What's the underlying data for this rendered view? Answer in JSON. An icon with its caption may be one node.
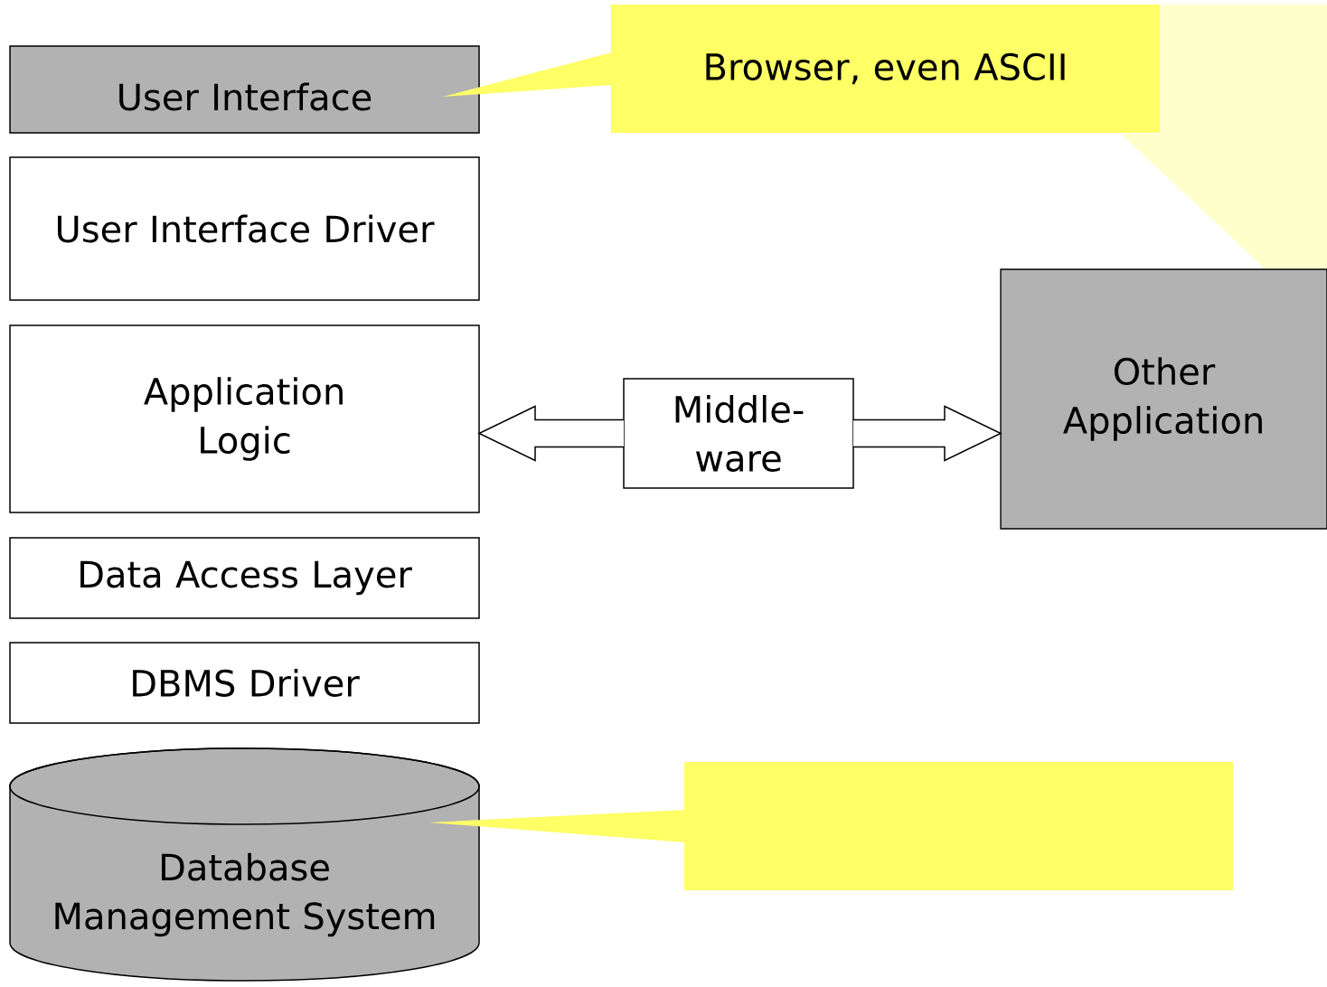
{
  "diagram": {
    "nodes": [
      {
        "text": [
          "User Interface"
        ]
      },
      {
        "text": [
          "User Interface Driver"
        ]
      },
      {
        "text": [
          "Application Logic"
        ]
      },
      {
        "text": [
          "Data Access Layer"
        ]
      },
      {
        "text": [
          "DBMS Driver"
        ]
      },
      {
        "text": [
          "Database Management System"
        ]
      },
      {
        "text": [
          "Browser, even ASCII"
        ]
      },
      {
        "text": [
          "Middle- ware"
        ]
      },
      {
        "text": [
          "Other Application"
        ]
      },
      {
        "text": [],
        "shape": "box"
      }
    ],
    "edges": [
      {
        "from": 6,
        "to": 0,
        "arrow": "none"
      },
      {
        "from": 7,
        "to": 2,
        "arrow": "to"
      },
      {
        "from": 7,
        "to": 8,
        "arrow": "to"
      },
      {
        "from": 9,
        "to": 5,
        "arrow": "none"
      }
    ]
  }
}
